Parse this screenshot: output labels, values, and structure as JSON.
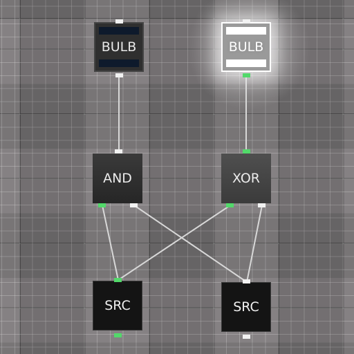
{
  "nodes": {
    "bulb_left": {
      "label": "BULB",
      "state": "off"
    },
    "bulb_right": {
      "label": "BULB",
      "state": "on"
    },
    "gate_and": {
      "label": "AND",
      "output_active": false
    },
    "gate_xor": {
      "label": "XOR",
      "output_active": true
    },
    "src_left": {
      "label": "SRC",
      "output_active": true
    },
    "src_right": {
      "label": "SRC",
      "output_active": false
    }
  },
  "wires": [
    {
      "from": "gate_and.out",
      "to": "bulb_left.in",
      "active": false
    },
    {
      "from": "gate_xor.out",
      "to": "bulb_right.in",
      "active": true
    },
    {
      "from": "src_left.out",
      "to": "gate_and.in_a",
      "active": true
    },
    {
      "from": "src_left.out",
      "to": "gate_xor.in_a",
      "active": true
    },
    {
      "from": "src_right.out",
      "to": "gate_and.in_b",
      "active": false
    },
    {
      "from": "src_right.out",
      "to": "gate_xor.in_b",
      "active": false
    }
  ],
  "colors": {
    "wire": "#d8d8d8",
    "port_active": "#52d96a",
    "port_inactive": "#f2f2f2",
    "board": "#7c787a"
  }
}
